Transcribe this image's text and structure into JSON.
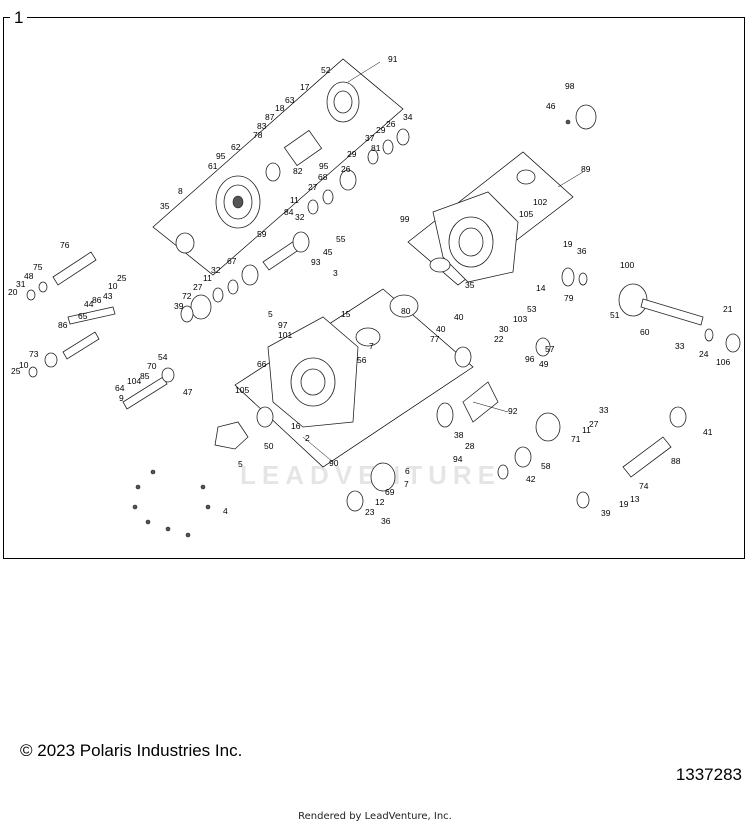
{
  "figure": {
    "number": "1"
  },
  "watermark": {
    "text": "LEADVENTURE"
  },
  "footer": {
    "copyright": "© 2023 Polaris Industries Inc.",
    "part_number": "1337283",
    "rendered_by": "Rendered by LeadVenture, Inc."
  },
  "callouts": [
    "91",
    "52",
    "17",
    "18",
    "63",
    "87",
    "83",
    "78",
    "62",
    "95",
    "95",
    "82",
    "61",
    "8",
    "35",
    "34",
    "26",
    "29",
    "37",
    "81",
    "29",
    "26",
    "68",
    "27",
    "11",
    "32",
    "84",
    "59",
    "67",
    "32",
    "11",
    "27",
    "72",
    "39",
    "76",
    "75",
    "48",
    "31",
    "20",
    "25",
    "10",
    "43",
    "86",
    "44",
    "65",
    "86",
    "73",
    "10",
    "25",
    "55",
    "45",
    "93",
    "3",
    "5",
    "97",
    "101",
    "15",
    "7",
    "56",
    "66",
    "105",
    "16",
    "2",
    "90",
    "50",
    "5",
    "4",
    "54",
    "70",
    "85",
    "104",
    "64",
    "9",
    "47",
    "98",
    "46",
    "89",
    "102",
    "105",
    "99",
    "35",
    "19",
    "36",
    "100",
    "14",
    "79",
    "51",
    "60",
    "21",
    "33",
    "24",
    "106",
    "80",
    "40",
    "77",
    "40",
    "53",
    "103",
    "30",
    "22",
    "57",
    "96",
    "49",
    "92",
    "38",
    "28",
    "94",
    "6",
    "7",
    "69",
    "12",
    "23",
    "36",
    "33",
    "27",
    "11",
    "71",
    "58",
    "42",
    "41",
    "88",
    "74",
    "13",
    "19",
    "39"
  ]
}
